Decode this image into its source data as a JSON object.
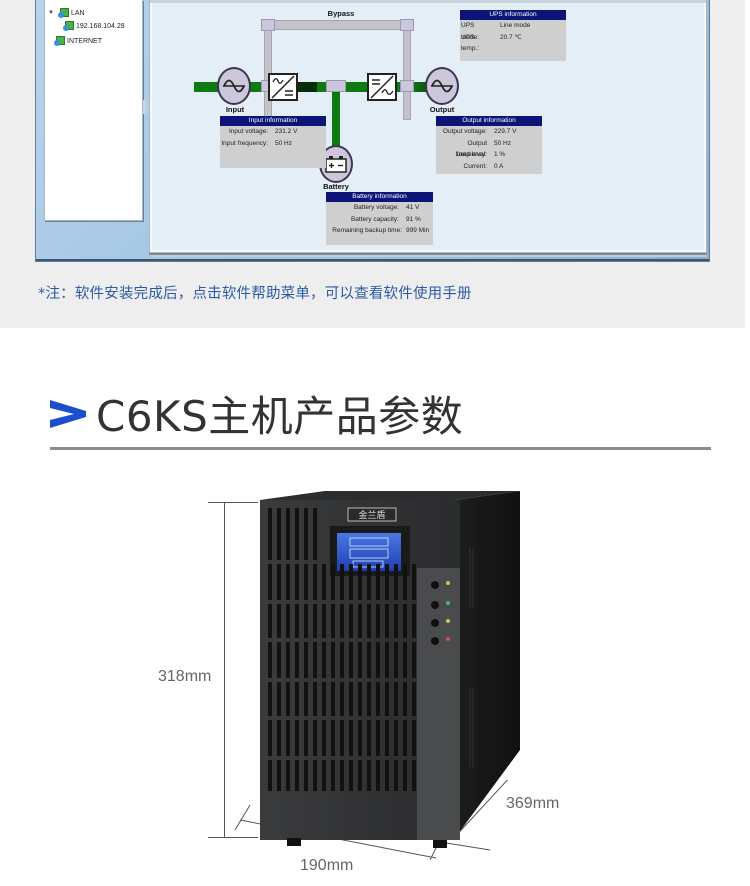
{
  "software": {
    "tree": {
      "items": [
        {
          "label": "LAN",
          "icon": "network-icon",
          "expanded": true
        },
        {
          "label": "192.168.104.28",
          "icon": "ups-device-icon"
        },
        {
          "label": "INTERNET",
          "icon": "network-icon"
        }
      ]
    },
    "diagram": {
      "labels": {
        "bypass": "Bypass",
        "input": "Input",
        "output": "Output",
        "battery": "Battery"
      },
      "ups_info": {
        "title": "UPS information",
        "rows": [
          {
            "key": "UPS mode:",
            "value": "Line mode"
          },
          {
            "key": "UPS temp.:",
            "value": "20.7  ℃"
          }
        ]
      },
      "input_info": {
        "title": "Input information",
        "rows": [
          {
            "key": "Input voltage:",
            "value": "231.2 V"
          },
          {
            "key": "Input frequency:",
            "value": "50 Hz"
          }
        ]
      },
      "output_info": {
        "title": "Output information",
        "rows": [
          {
            "key": "Output voltage:",
            "value": "229.7 V"
          },
          {
            "key": "Output frequency:",
            "value": "50 Hz"
          },
          {
            "key": "Load level:",
            "value": "1 %"
          },
          {
            "key": "Current:",
            "value": "0 A"
          }
        ]
      },
      "battery_info": {
        "title": "Battery information",
        "rows": [
          {
            "key": "Battery voltage:",
            "value": "41 V"
          },
          {
            "key": "Battery capacity:",
            "value": "91 %"
          },
          {
            "key": "Remaining backup time:",
            "value": "999 Min"
          }
        ]
      },
      "colors": {
        "active_path": "#0d7a12",
        "bypass_path": "#c6c2cc",
        "info_header": "#0d1478"
      }
    }
  },
  "note": "*注：软件安装完成后，点击软件帮助菜单，可以查看软件使用手册",
  "section": {
    "title": "C6KS主机产品参数",
    "accent_color": "#1c4fd0"
  },
  "product": {
    "brand_logo": "金兰盾",
    "dimensions": {
      "height": "318mm",
      "depth": "369mm",
      "width": "190mm"
    }
  }
}
